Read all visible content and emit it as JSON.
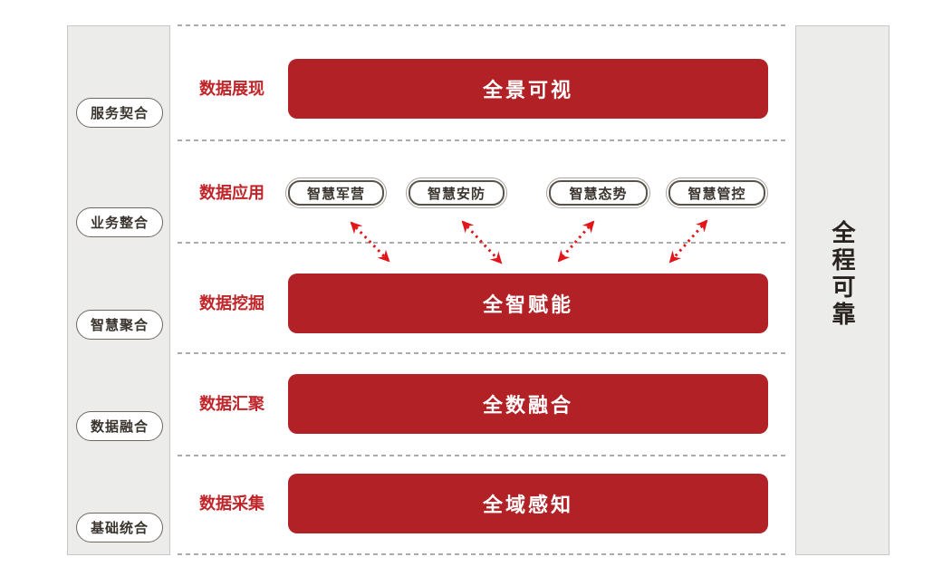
{
  "left_sidebar": {
    "items": [
      {
        "label": "服务契合"
      },
      {
        "label": "业务整合"
      },
      {
        "label": "智慧聚合"
      },
      {
        "label": "数据融合"
      },
      {
        "label": "基础统合"
      }
    ]
  },
  "right_sidebar": {
    "label": "全程可靠"
  },
  "rows": [
    {
      "label": "数据展现",
      "bar": "全景可视"
    },
    {
      "label": "数据应用",
      "apps": [
        {
          "label": "智慧军营"
        },
        {
          "label": "智慧安防"
        },
        {
          "label": "智慧态势"
        },
        {
          "label": "智慧管控"
        }
      ]
    },
    {
      "label": "数据挖掘",
      "bar": "全智赋能"
    },
    {
      "label": "数据汇聚",
      "bar": "全数融合"
    },
    {
      "label": "数据采集",
      "bar": "全域感知"
    }
  ],
  "colors": {
    "bar_red": "#b12126",
    "label_red": "#c0252a",
    "arrow_red": "#e2151b",
    "panel_gray": "#ececeb"
  }
}
